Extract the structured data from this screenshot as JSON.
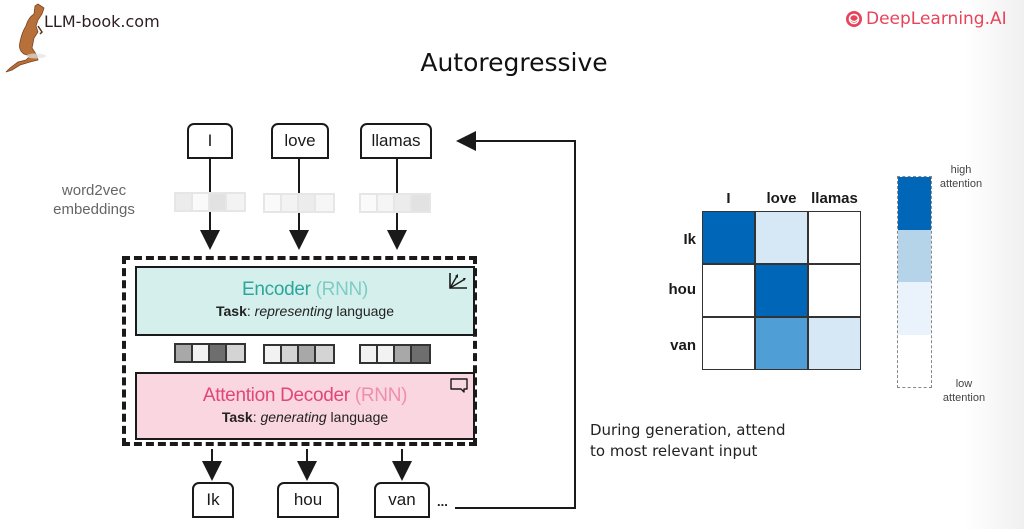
{
  "header": {
    "left_brand": "LLM-book.com",
    "right_brand": "DeepLearning.AI",
    "right_brand_color": "#e8435a",
    "title": "Autoregressive"
  },
  "inputs": {
    "tokens": [
      "I",
      "love",
      "llamas"
    ],
    "embedding_label_line1": "word2vec",
    "embedding_label_line2": "embeddings",
    "word2vec_vectors": [
      [
        "#ececec",
        "#fafafa",
        "#e2e2e2",
        "#f3f3f3"
      ],
      [
        "#fafafa",
        "#f3f3f3",
        "#ececec",
        "#f6f6f6"
      ],
      [
        "#fafafa",
        "#f5f5f5",
        "#ececec",
        "#e2e2e2"
      ]
    ]
  },
  "encoder": {
    "name": "Encoder",
    "suffix": "(RNN)",
    "task_label": "Task",
    "task_verb": "representing",
    "task_rest": "language",
    "icon": "vector-axes-icon",
    "color": "#2aa79c",
    "bg": "#d5efec"
  },
  "context_vectors": [
    [
      "#a8a8a8",
      "#f2f2f2",
      "#6e6e6e",
      "#d4d4d4"
    ],
    [
      "#f2f2f2",
      "#d4d4d4",
      "#a8a8a8",
      "#d4d4d4"
    ],
    [
      "#f2f2f2",
      "#f2f2f2",
      "#a8a8a8",
      "#6e6e6e"
    ]
  ],
  "decoder": {
    "name": "Attention Decoder",
    "suffix": "(RNN)",
    "task_label": "Task",
    "task_verb": "generating",
    "task_rest": "language",
    "icon": "speech-bubble-icon",
    "color": "#e0467a",
    "bg": "#f9d6e0"
  },
  "outputs": {
    "tokens": [
      "Ik",
      "hou",
      "van"
    ],
    "ellipsis": "..."
  },
  "caption": {
    "line1": "During generation, attend",
    "line2": "to most relevant input"
  },
  "attention": {
    "columns": [
      "I",
      "love",
      "llamas"
    ],
    "rows": [
      "Ik",
      "hou",
      "van"
    ],
    "levels": [
      [
        3,
        1,
        0
      ],
      [
        0,
        3,
        0
      ],
      [
        0,
        2,
        1
      ]
    ],
    "level_colors": [
      "#ffffff",
      "#d6e7f5",
      "#4f9ed5",
      "#0067b8"
    ],
    "legend": {
      "high_line1": "high",
      "high_line2": "attention",
      "low_line1": "low",
      "low_line2": "attention",
      "segments": [
        "#0067b8",
        "#b5d4ea",
        "#eaf3fb",
        "#ffffff"
      ]
    }
  }
}
